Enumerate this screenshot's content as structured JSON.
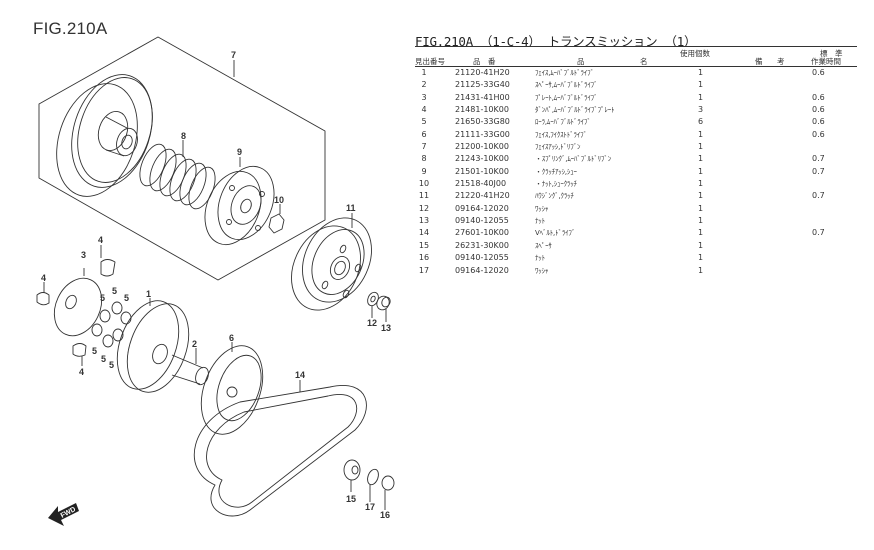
{
  "figure": {
    "title": "FIG.210A",
    "callouts": [
      "7",
      "8",
      "9",
      "10",
      "11",
      "12",
      "13",
      "3",
      "4",
      "4",
      "4",
      "5",
      "5",
      "5",
      "5",
      "5",
      "5",
      "1",
      "2",
      "6",
      "14",
      "15",
      "17",
      "16"
    ],
    "fwd_label": "FWD"
  },
  "table": {
    "title": "FIG.210A （1-C-4） トランスミッション （1）",
    "headers": {
      "ref_no": "見出番号",
      "part_no": "品　番",
      "name_left": "品",
      "name_right": "名",
      "qty": "使用個数",
      "remarks_left": "備",
      "remarks_right": "考",
      "std_time_top": "標　準",
      "std_time_bottom": "作業時間"
    },
    "rows": [
      {
        "no": "1",
        "part": "21120-41H20",
        "name": "ﾌｪｲｽ,ﾑｰﾊﾞﾌﾞﾙﾄﾞﾗｲﾌﾞ",
        "qty": "1",
        "remarks": "",
        "time": "0.6"
      },
      {
        "no": "2",
        "part": "21125-33G40",
        "name": "ｽﾍﾟｰｻ,ﾑｰﾊﾞﾌﾞﾙﾄﾞﾗｲﾌﾞ",
        "qty": "1",
        "remarks": "",
        "time": ""
      },
      {
        "no": "3",
        "part": "21431-41H00",
        "name": "ﾌﾟﾚｰﾄ,ﾑｰﾊﾞﾌﾞﾙﾄﾞﾗｲﾌﾞ",
        "qty": "1",
        "remarks": "",
        "time": "0.6"
      },
      {
        "no": "4",
        "part": "21481-10K00",
        "name": "ﾀﾞﾝﾊﾟ,ﾑｰﾊﾞﾌﾞﾙﾄﾞﾗｲﾌﾞﾌﾟﾚｰﾄ",
        "qty": "3",
        "remarks": "",
        "time": "0.6"
      },
      {
        "no": "5",
        "part": "21650-33G80",
        "name": "ﾛｰﾗ,ﾑｰﾊﾞﾌﾞﾙﾄﾞﾗｲﾌﾞ",
        "qty": "6",
        "remarks": "",
        "time": "0.6"
      },
      {
        "no": "6",
        "part": "21111-33G00",
        "name": "ﾌｪｲｽ,ﾌｲｸｽﾄﾄﾞﾗｲﾌﾞ",
        "qty": "1",
        "remarks": "",
        "time": "0.6"
      },
      {
        "no": "7",
        "part": "21200-10K00",
        "name": "ﾌｪｲｽｱｯｼ,ﾄﾞﾘﾌﾞﾝ",
        "qty": "1",
        "remarks": "",
        "time": ""
      },
      {
        "no": "8",
        "part": "21243-10K00",
        "name": "・ｽﾌﾟﾘﾝｸﾞ,ﾑｰﾊﾞﾌﾞﾙﾄﾞﾘﾌﾞﾝ",
        "qty": "1",
        "remarks": "",
        "time": "0.7"
      },
      {
        "no": "9",
        "part": "21501-10K00",
        "name": "・ｸﾗｯﾁｱｯｼ,ｼｭｰ",
        "qty": "1",
        "remarks": "",
        "time": "0.7"
      },
      {
        "no": "10",
        "part": "21518-40J00",
        "name": "・ﾅｯﾄ,ｼｭｰｸﾗｯﾁ",
        "qty": "1",
        "remarks": "",
        "time": ""
      },
      {
        "no": "11",
        "part": "21220-41H20",
        "name": "ﾊｳｼﾞﾝｸﾞ,ｸﾗｯﾁ",
        "qty": "1",
        "remarks": "",
        "time": "0.7"
      },
      {
        "no": "12",
        "part": "09164-12020",
        "name": "ﾜｯｼｬ",
        "qty": "1",
        "remarks": "",
        "time": ""
      },
      {
        "no": "13",
        "part": "09140-12055",
        "name": "ﾅｯﾄ",
        "qty": "1",
        "remarks": "",
        "time": ""
      },
      {
        "no": "14",
        "part": "27601-10K00",
        "name": "Vﾍﾞﾙﾄ,ﾄﾞﾗｲﾌﾞ",
        "qty": "1",
        "remarks": "",
        "time": "0.7"
      },
      {
        "no": "15",
        "part": "26231-30K00",
        "name": "ｽﾍﾟｰｻ",
        "qty": "1",
        "remarks": "",
        "time": ""
      },
      {
        "no": "16",
        "part": "09140-12055",
        "name": "ﾅｯﾄ",
        "qty": "1",
        "remarks": "",
        "time": ""
      },
      {
        "no": "17",
        "part": "09164-12020",
        "name": "ﾜｯｼｬ",
        "qty": "1",
        "remarks": "",
        "time": ""
      }
    ]
  }
}
